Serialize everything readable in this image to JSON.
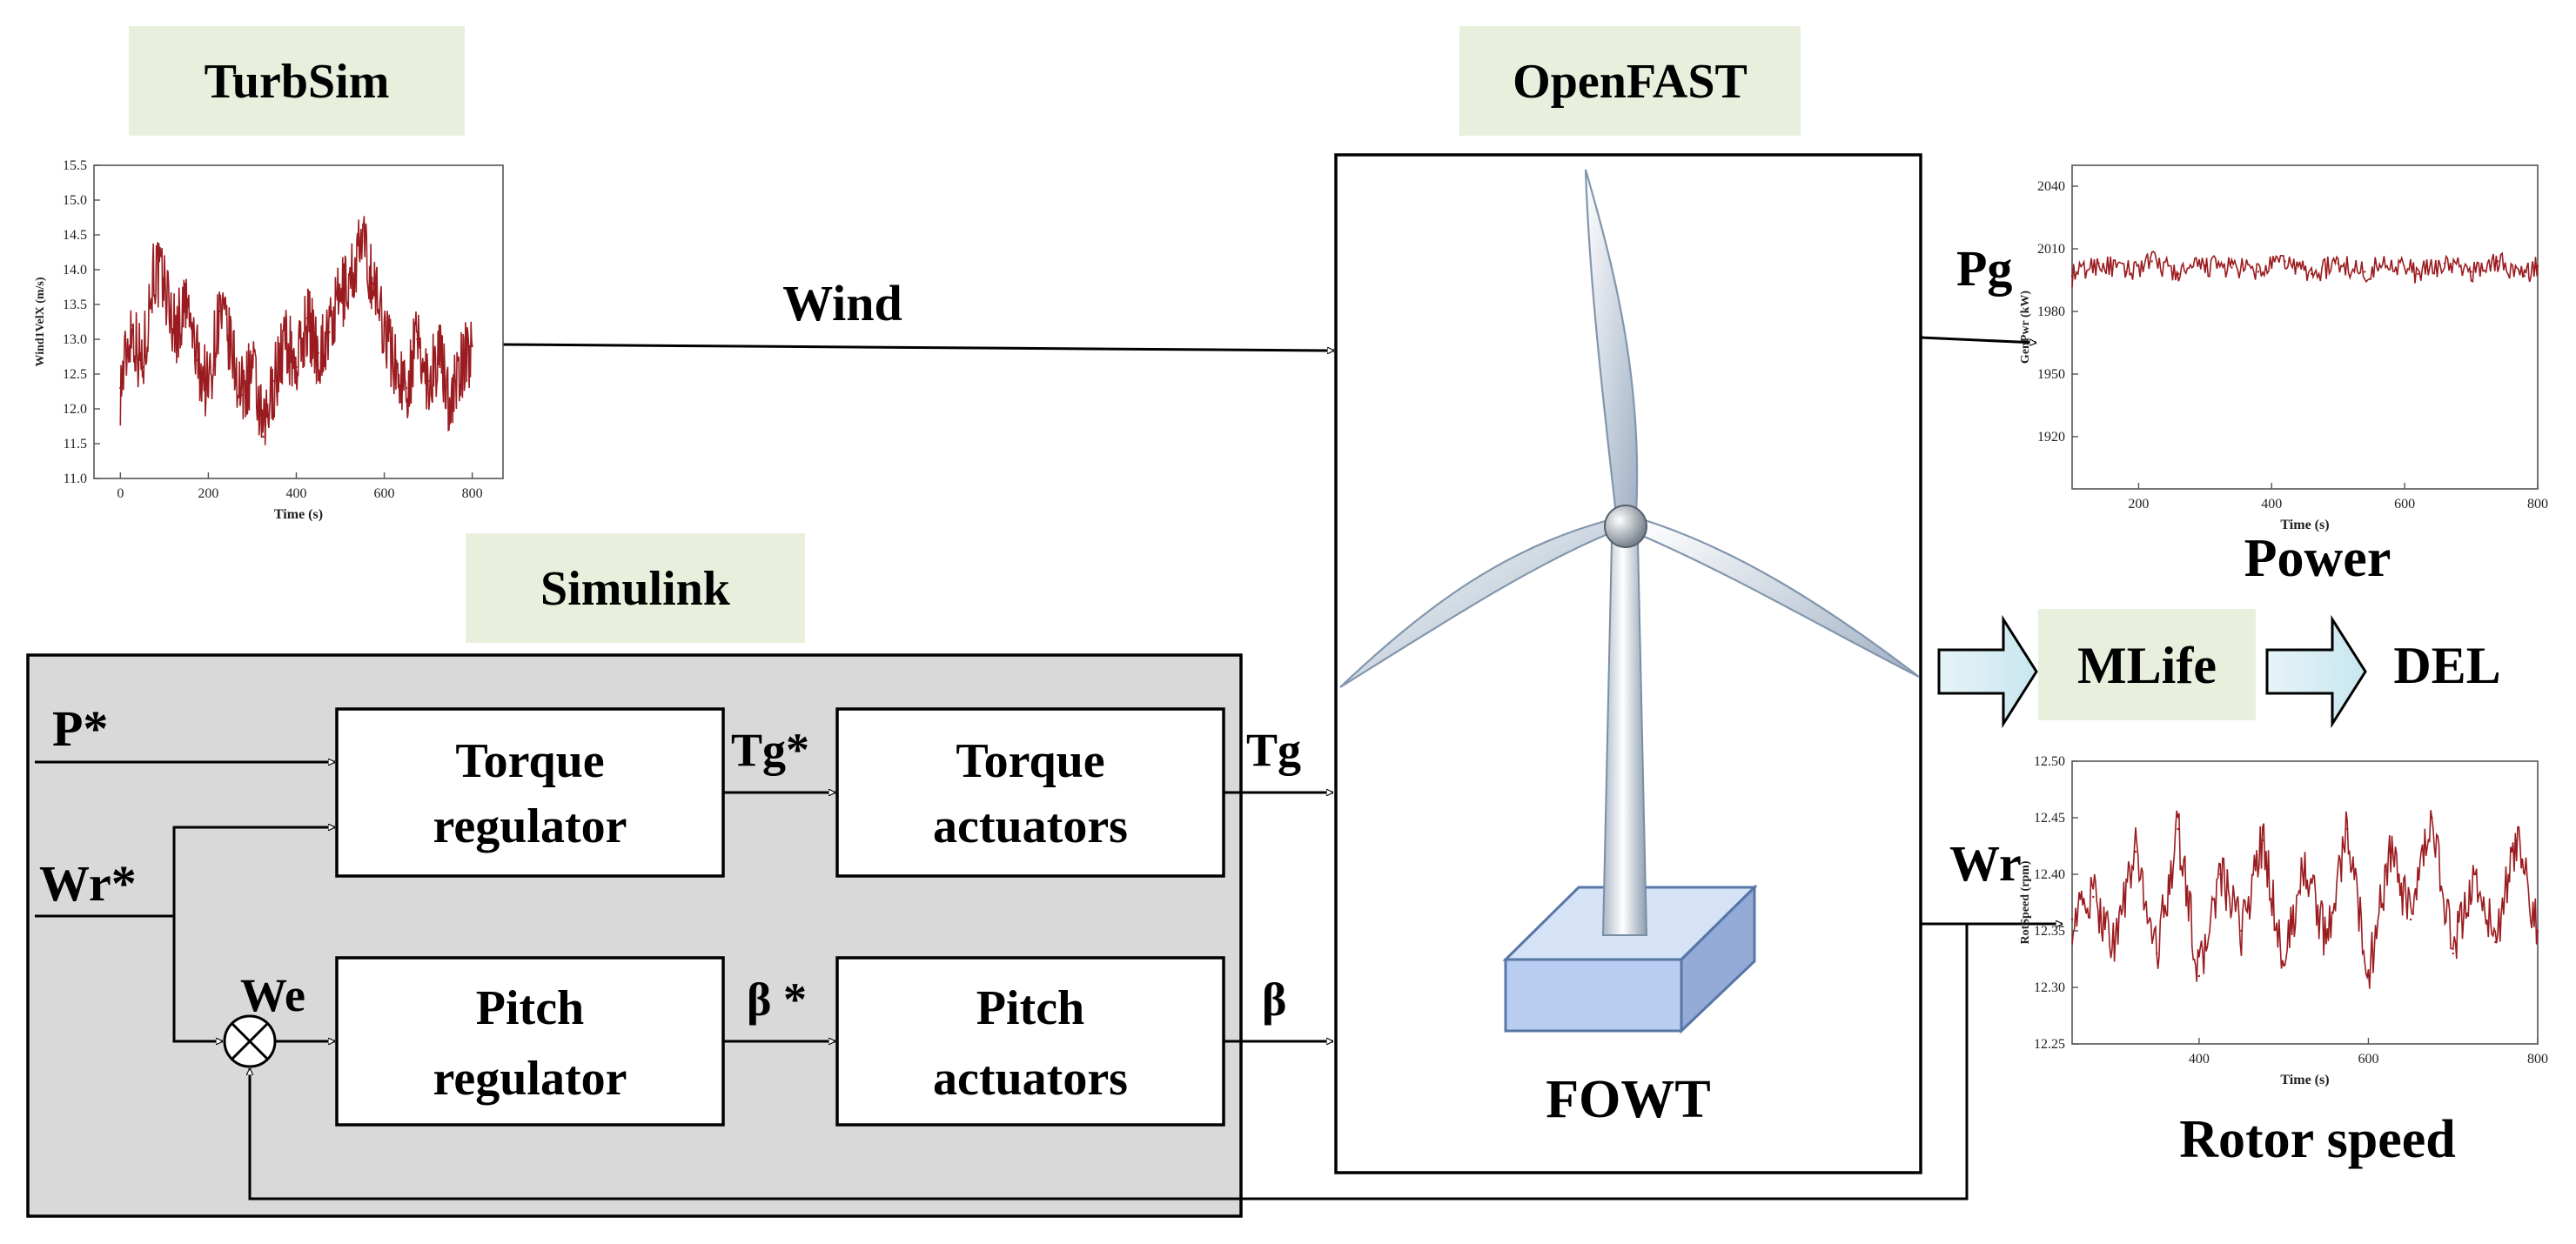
{
  "labels": {
    "turbsim": "TurbSim",
    "openfast": "OpenFAST",
    "simulink": "Simulink",
    "mlife": "MLife",
    "del": "DEL",
    "fowt": "FOWT",
    "wind": "Wind",
    "pg": "Pg",
    "power": "Power",
    "wr": "Wr",
    "rotor_speed": "Rotor speed",
    "p_star": "P*",
    "wr_star": "Wr*",
    "we": "We",
    "tg_star": "Tg*",
    "tg": "Tg",
    "beta_star": "β *",
    "beta": "β"
  },
  "blocks": {
    "torque_regulator": [
      "Torque",
      "regulator"
    ],
    "torque_actuators": [
      "Torque",
      "actuators"
    ],
    "pitch_regulator": [
      "Pitch",
      "regulator"
    ],
    "pitch_actuators": [
      "Pitch",
      "actuators"
    ]
  },
  "colors": {
    "trace": "#9b1c20",
    "tag_background": "#e8f0dd",
    "simulink_background": "#d9d9d9",
    "arrow_fill": "#d6eef5",
    "platform": "#b8cdef"
  },
  "icons": {
    "summing_junction": "circle-cross-icon",
    "turbine": "wind-turbine-icon"
  },
  "chart_data": [
    {
      "type": "line",
      "id": "wind",
      "xlabel": "Time (s)",
      "ylabel": "Wind1VelX (m/s)",
      "xlim": [
        -60,
        870
      ],
      "ylim": [
        11.0,
        15.5
      ],
      "xticks": [
        0,
        200,
        400,
        600,
        800
      ],
      "yticks": [
        11.0,
        11.5,
        12.0,
        12.5,
        13.0,
        13.5,
        14.0,
        14.5,
        15.0,
        15.5
      ],
      "x": [
        0,
        25,
        50,
        75,
        100,
        125,
        150,
        175,
        200,
        225,
        250,
        275,
        300,
        325,
        350,
        375,
        400,
        425,
        450,
        475,
        500,
        525,
        550,
        575,
        600,
        625,
        650,
        675,
        700,
        725,
        750,
        775,
        800
      ],
      "values": [
        12.3,
        13.2,
        12.6,
        14.0,
        13.8,
        13.1,
        13.5,
        12.7,
        12.3,
        13.4,
        12.9,
        12.2,
        12.6,
        11.6,
        12.4,
        13.0,
        12.6,
        13.3,
        12.8,
        13.1,
        13.6,
        13.9,
        14.4,
        13.8,
        13.2,
        12.6,
        12.3,
        13.0,
        12.4,
        12.8,
        12.1,
        12.6,
        12.9
      ]
    },
    {
      "type": "line",
      "id": "power",
      "xlabel": "Time (s)",
      "ylabel": "GenPwr (kW)",
      "xlim": [
        100,
        800
      ],
      "ylim": [
        1895,
        2050
      ],
      "xticks": [
        200,
        400,
        600,
        800
      ],
      "yticks": [
        1920,
        1950,
        1980,
        2010,
        2040
      ],
      "x": [
        100,
        140,
        180,
        220,
        260,
        300,
        340,
        380,
        420,
        460,
        500,
        540,
        580,
        620,
        660,
        700,
        740,
        780,
        800
      ],
      "values": [
        1997,
        2003,
        1999,
        2004,
        1998,
        2002,
        2001,
        1999,
        2004,
        1998,
        2003,
        1999,
        2004,
        1998,
        2003,
        1999,
        2004,
        1997,
        2002
      ]
    },
    {
      "type": "line",
      "id": "rotor",
      "xlabel": "Time (s)",
      "ylabel": "RotSpeed (rpm)",
      "xlim": [
        250,
        800
      ],
      "ylim": [
        12.25,
        12.5
      ],
      "xticks": [
        400,
        600,
        800
      ],
      "yticks": [
        12.25,
        12.3,
        12.35,
        12.4,
        12.45,
        12.5
      ],
      "x": [
        250,
        275,
        300,
        325,
        350,
        375,
        400,
        425,
        450,
        475,
        500,
        525,
        550,
        575,
        600,
        625,
        650,
        675,
        700,
        725,
        750,
        775,
        800
      ],
      "values": [
        12.36,
        12.38,
        12.34,
        12.42,
        12.33,
        12.44,
        12.31,
        12.4,
        12.35,
        12.43,
        12.32,
        12.41,
        12.34,
        12.44,
        12.31,
        12.42,
        12.36,
        12.45,
        12.33,
        12.4,
        12.34,
        12.43,
        12.35
      ]
    }
  ]
}
